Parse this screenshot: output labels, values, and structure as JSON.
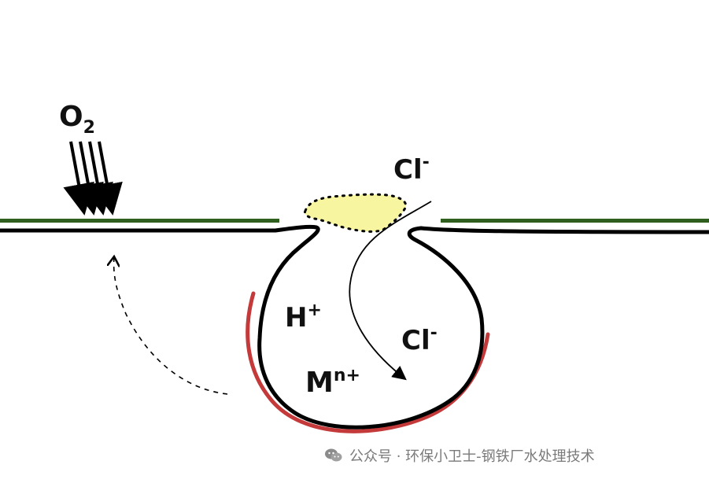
{
  "diagram": {
    "labels": {
      "oxygen_base": "O",
      "oxygen_subscript": "2",
      "chloride_outside_base": "Cl",
      "chloride_outside_superscript": "-",
      "chloride_inside_base": "Cl",
      "chloride_inside_superscript": "-",
      "hydrogen_base": "H",
      "hydrogen_superscript": "+",
      "metal_base": "M",
      "metal_superscript": "n+"
    },
    "colors": {
      "surface_film": "#2f5f1f",
      "metal_outline": "#000000",
      "corrosion_deposit": "#f7f59f",
      "pit_wall_oxide": "#c43a3a",
      "arrow": "#000000"
    },
    "watermark": {
      "text": "公众号 · 环保小卫士-钢铁厂水处理技术",
      "icon": "wechat-icon"
    }
  }
}
